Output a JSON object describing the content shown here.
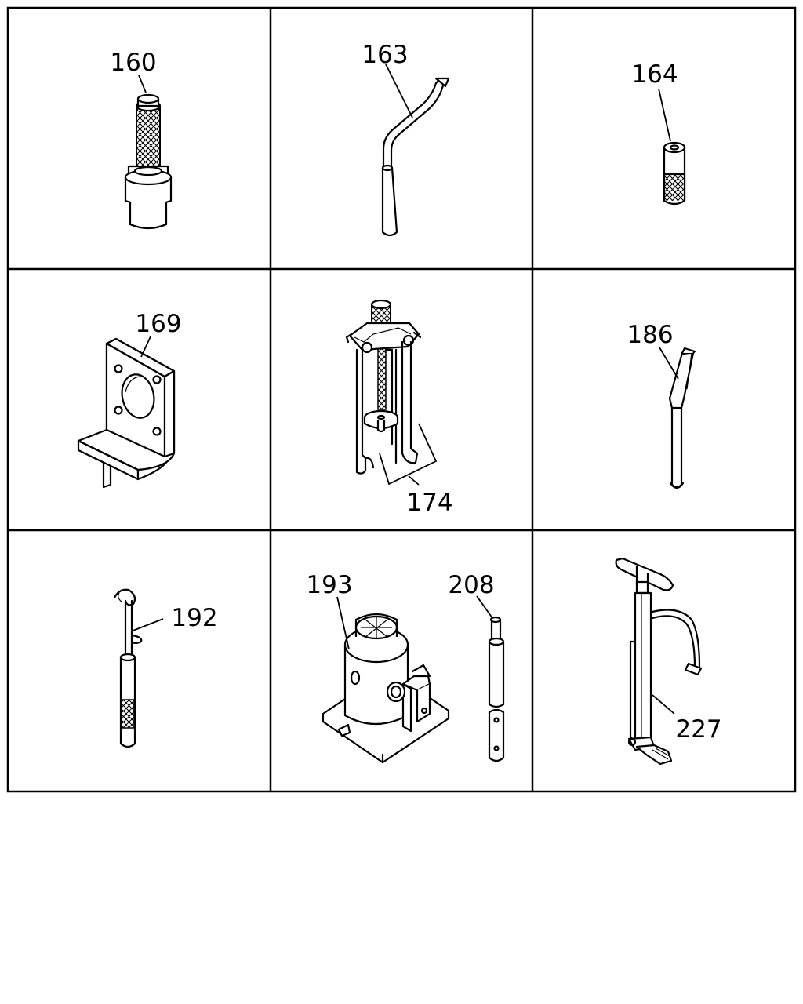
{
  "parts": [
    {
      "id": "part-160",
      "label": "160"
    },
    {
      "id": "part-163",
      "label": "163"
    },
    {
      "id": "part-164",
      "label": "164"
    },
    {
      "id": "part-169",
      "label": "169"
    },
    {
      "id": "part-174",
      "label": "174"
    },
    {
      "id": "part-186",
      "label": "186"
    },
    {
      "id": "part-192",
      "label": "192"
    },
    {
      "id": "part-193",
      "label": "193"
    },
    {
      "id": "part-208",
      "label": "208"
    },
    {
      "id": "part-227",
      "label": "227"
    }
  ]
}
